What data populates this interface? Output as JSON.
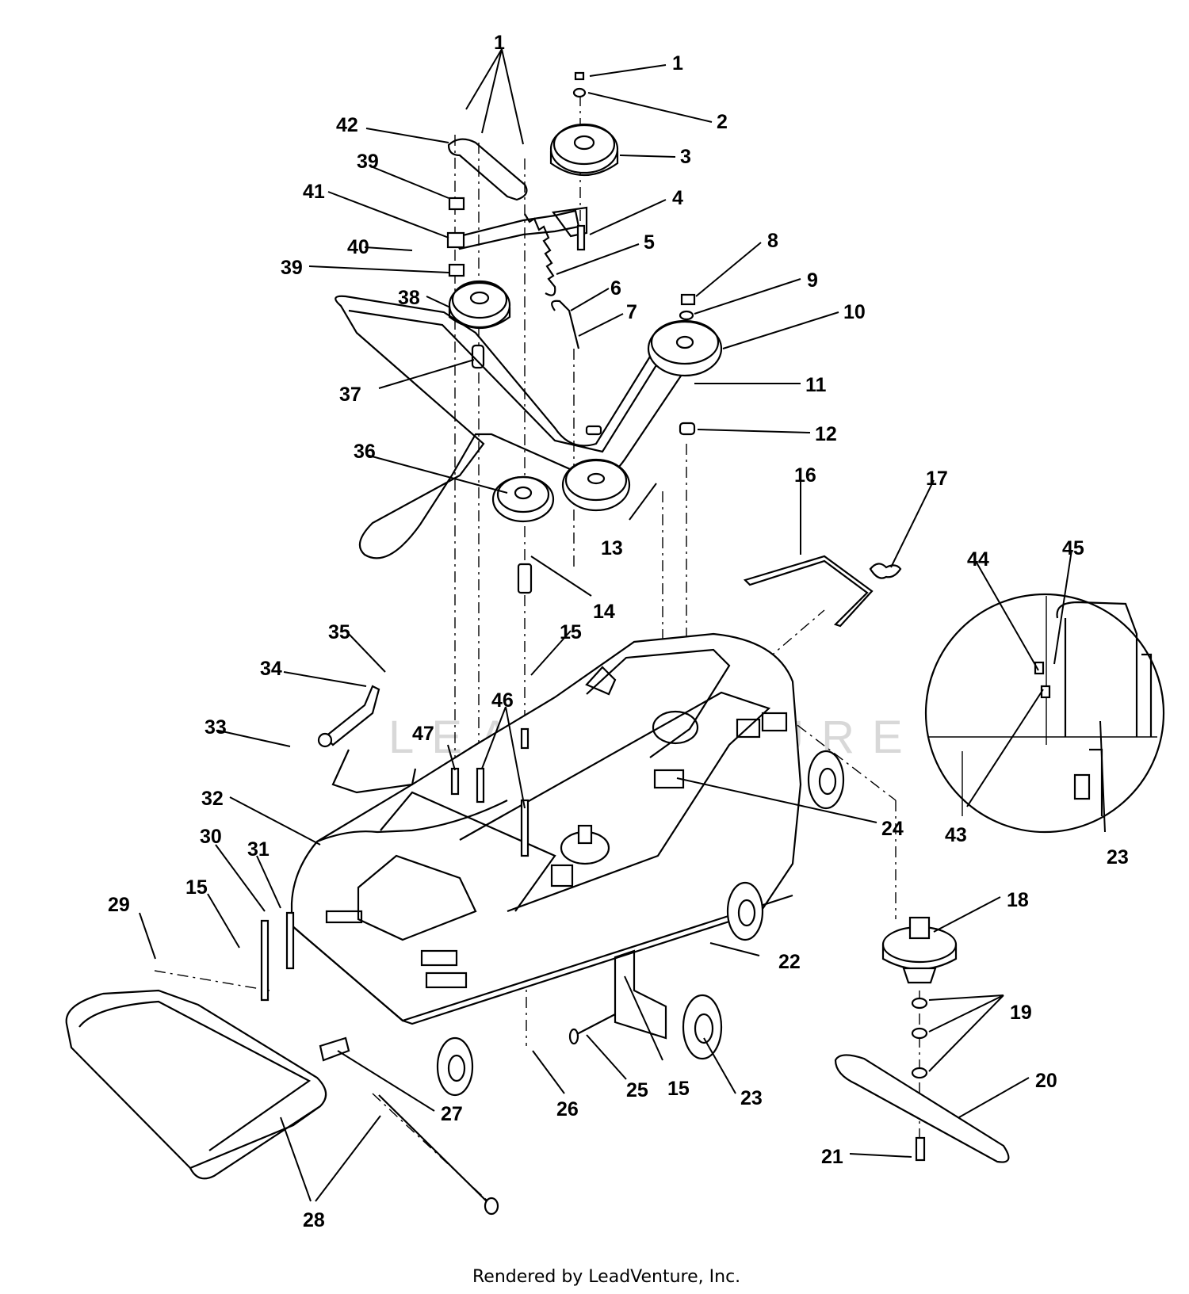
{
  "diagram": {
    "callouts": {
      "c1a": "1",
      "c1b": "1",
      "c2": "2",
      "c3": "3",
      "c4": "4",
      "c5": "5",
      "c6": "6",
      "c7": "7",
      "c8": "8",
      "c9": "9",
      "c10": "10",
      "c11": "11",
      "c12": "12",
      "c13": "13",
      "c14": "14",
      "c15a": "15",
      "c15b": "15",
      "c15c": "15",
      "c16": "16",
      "c17": "17",
      "c18": "18",
      "c19": "19",
      "c20": "20",
      "c21": "21",
      "c22": "22",
      "c23a": "23",
      "c23b": "23",
      "c24": "24",
      "c25": "25",
      "c26": "26",
      "c27": "27",
      "c28": "28",
      "c29": "29",
      "c30": "30",
      "c31": "31",
      "c32": "32",
      "c33": "33",
      "c34": "34",
      "c35": "35",
      "c36": "36",
      "c37": "37",
      "c38": "38",
      "c39a": "39",
      "c39b": "39",
      "c40": "40",
      "c41": "41",
      "c42": "42",
      "c43": "43",
      "c44": "44",
      "c45": "45",
      "c46": "46",
      "c47": "47"
    },
    "watermark": "LEADVENTURE",
    "footer": "Rendered by LeadVenture, Inc."
  }
}
